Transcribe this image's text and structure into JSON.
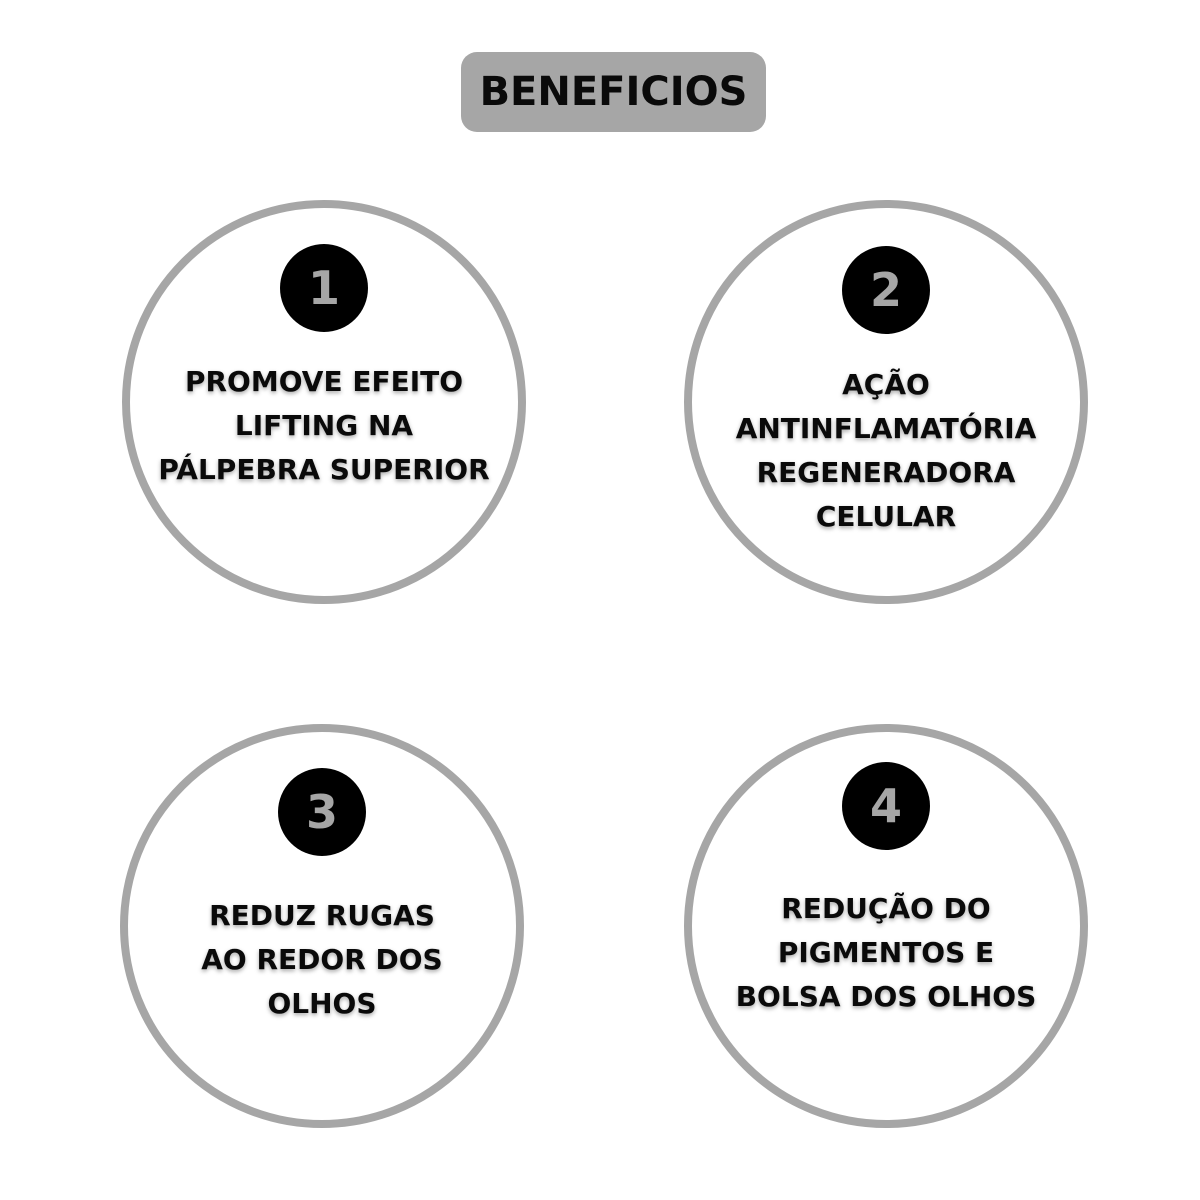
{
  "header": {
    "title": "BENEFICIOS"
  },
  "colors": {
    "ring": "#a6a6a6",
    "badge_bg": "#000000",
    "badge_text": "#a6a6a6",
    "title_bg": "#a6a6a6"
  },
  "benefits": [
    {
      "number": "1",
      "lines": [
        "PROMOVE EFEITO",
        "LIFTING NA",
        "PÁLPEBRA SUPERIOR"
      ]
    },
    {
      "number": "2",
      "lines": [
        "AÇÃO",
        "ANTINFLAMATÓRIA",
        "REGENERADORA",
        "CELULAR"
      ]
    },
    {
      "number": "3",
      "lines": [
        "REDUZ RUGAS",
        "AO REDOR DOS",
        "OLHOS"
      ]
    },
    {
      "number": "4",
      "lines": [
        "REDUÇÃO DO",
        "PIGMENTOS E",
        "BOLSA DOS OLHOS"
      ]
    }
  ]
}
